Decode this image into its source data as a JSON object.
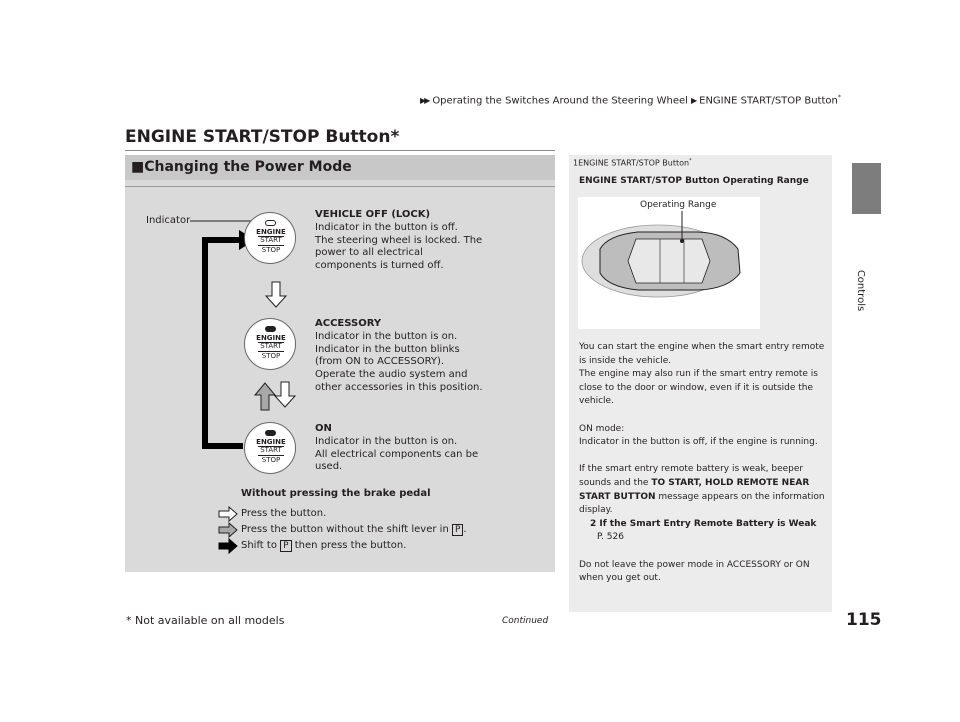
{
  "breadcrumb": {
    "items": [
      "Operating the Switches Around the Steering Wheel",
      "ENGINE START/STOP Button"
    ],
    "mark": "*"
  },
  "side_tab": {
    "label": "Controls"
  },
  "title": {
    "text": "ENGINE START/STOP Button",
    "mark": "*"
  },
  "section": {
    "bullet": "■",
    "title": "Changing the Power Mode"
  },
  "engine_button": {
    "line1": "ENGINE",
    "line2": "START",
    "line3": "STOP"
  },
  "indicator_label": "Indicator",
  "modes": [
    {
      "heading": "VEHICLE OFF (LOCK)",
      "lines": [
        "Indicator in the button is off.",
        "The steering wheel is locked. The",
        "power to all electrical",
        "components is turned off."
      ]
    },
    {
      "heading": "ACCESSORY",
      "lines": [
        "Indicator in the button is on.",
        "Indicator in the button blinks",
        "(from ON to ACCESSORY).",
        "Operate the audio system and",
        "other accessories in this position."
      ]
    },
    {
      "heading": "ON",
      "lines": [
        "Indicator in the button is on.",
        "All electrical components can be",
        "used."
      ]
    }
  ],
  "legend": {
    "heading": "Without pressing the brake pedal",
    "items": [
      {
        "text": "Press the button."
      },
      {
        "before": "Press the button without the shift lever in",
        "box": "P",
        "after": "."
      },
      {
        "before": "Shift to",
        "box": "P",
        "after": "then press the button."
      }
    ]
  },
  "note": {
    "ref_mark": "1",
    "head": "ENGINE START/STOP Button",
    "head_mark": "*",
    "subheading": "ENGINE START/STOP Button Operating Range",
    "figure_label": "Operating Range",
    "p1": "You can start the engine when the smart entry remote is inside the vehicle.",
    "p2": "The engine may also run if the smart entry remote is close to the door or window, even if it is outside the vehicle.",
    "p3a": "ON mode:",
    "p3b": "Indicator in the button is off, if the engine is running.",
    "p4_before": "If the smart entry remote battery is weak, beeper sounds and the",
    "p4_bold": "TO START, HOLD REMOTE NEAR START BUTTON",
    "p4_after": "message appears on the information display.",
    "xref_mark": "2",
    "xref_text": "If the Smart Entry Remote Battery is Weak",
    "xref_page": "P. 526",
    "p5": "Do not leave the power mode in ACCESSORY or ON when you get out."
  },
  "footer": {
    "note": "* Not available on all models",
    "continued": "Continued",
    "page_number": "115"
  }
}
